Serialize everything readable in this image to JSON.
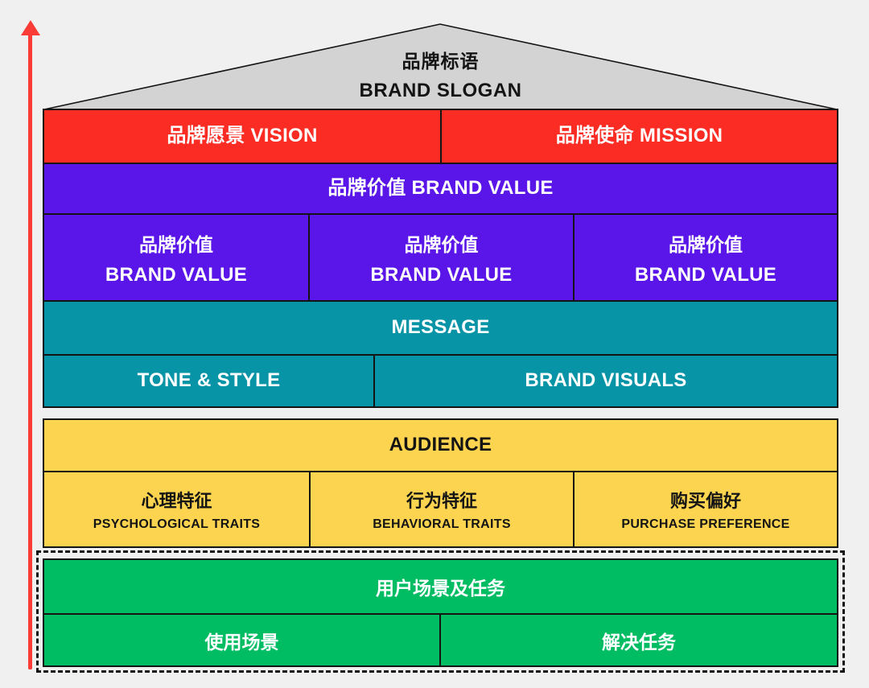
{
  "colors": {
    "bg": "#f0f0f0",
    "line": "#141414",
    "red": "#fb2c23",
    "purple": "#5a16e9",
    "teal": "#0894a7",
    "yellow": "#fcd450",
    "green": "#00bc62",
    "roof": "#d3d3d3",
    "arrow": "#fb3b36",
    "text-dark": "#141414"
  },
  "roof": {
    "title_zh": "品牌标语",
    "title_en": "BRAND SLOGAN"
  },
  "pyramid": {
    "vision_label": "品牌愿景 VISION",
    "mission_label": "品牌使命 MISSION",
    "brand_value_header": "品牌价值 BRAND VALUE",
    "value_cells": [
      {
        "zh": "品牌价值",
        "en": "BRAND VALUE"
      },
      {
        "zh": "品牌价值",
        "en": "BRAND VALUE"
      },
      {
        "zh": "品牌价值",
        "en": "BRAND VALUE"
      }
    ],
    "message_label": "MESSAGE",
    "tone_style_label": "TONE & STYLE",
    "brand_visuals_label": "BRAND VISUALS"
  },
  "audience": {
    "header": "AUDIENCE",
    "cells": [
      {
        "zh": "心理特征",
        "en": "PSYCHOLOGICAL TRAITS"
      },
      {
        "zh": "行为特征",
        "en": "BEHAVIORAL TRAITS"
      },
      {
        "zh": "购买偏好",
        "en": "PURCHASE PREFERENCE"
      }
    ]
  },
  "scenario": {
    "header": "用户场景及任务",
    "left_label": "使用场景",
    "right_label": "解决任务"
  }
}
